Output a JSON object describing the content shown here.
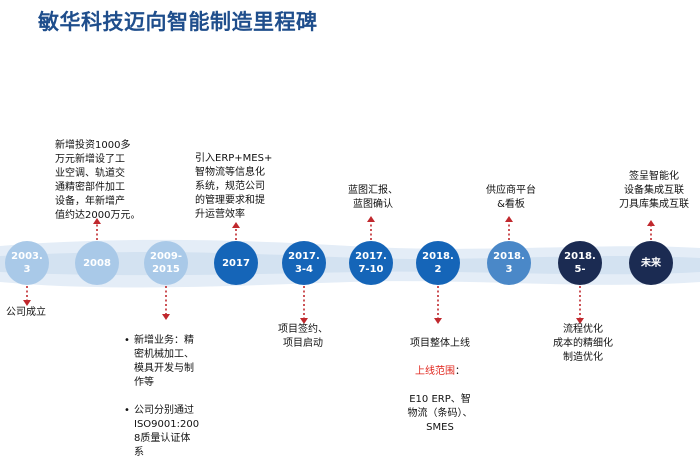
{
  "title": "敏华科技迈向智能制造里程碑",
  "colors": {
    "light": "#a9c9e8",
    "medium": "#4a88c8",
    "blue": "#1565b8",
    "dark": "#1b2b52",
    "band": "#e4edf7",
    "arrow": "#c0282d"
  },
  "milestones": [
    {
      "label": "2003.\n3"
    },
    {
      "label": "2008"
    },
    {
      "label": "2009-\n2015"
    },
    {
      "label": "2017"
    },
    {
      "label": "2017.\n3-4"
    },
    {
      "label": "2017.\n7-10"
    },
    {
      "label": "2018.\n2"
    },
    {
      "label": "2018.\n3"
    },
    {
      "label": "2018.\n5-"
    },
    {
      "label": "未来"
    }
  ],
  "notes": {
    "m2003": "公司成立",
    "m2008": "新增投资1000多\n万元新增设了工\n业空调、轨道交\n通精密部件加工\n设备，年新增产\n值约达2000万元。",
    "m2009": [
      "新增业务：精\n密机械加工、\n模具开发与制\n作等",
      "公司分别通过\nISO9001:200\n8质量认证体\n系"
    ],
    "m2017": "引入ERP+MES+\n智物流等信息化\n系统，规范公司\n的管理要求和提\n升运营效率",
    "m2017_34": "项目签约、\n项目启动",
    "m2017_710": "蓝图汇报、\n蓝图确认",
    "m2018_2_head": "项目整体上线",
    "m2018_2_scope": "上线范围",
    "m2018_2_colon": "：",
    "m2018_2_body": "E10 ERP、智\n物流（条码）、\nSMES",
    "m2018_3": "供应商平台\n&看板",
    "m2018_5": "流程优化\n成本的精细化\n制造优化",
    "future": "签呈智能化\n设备集成互联\n刀具库集成互联"
  }
}
